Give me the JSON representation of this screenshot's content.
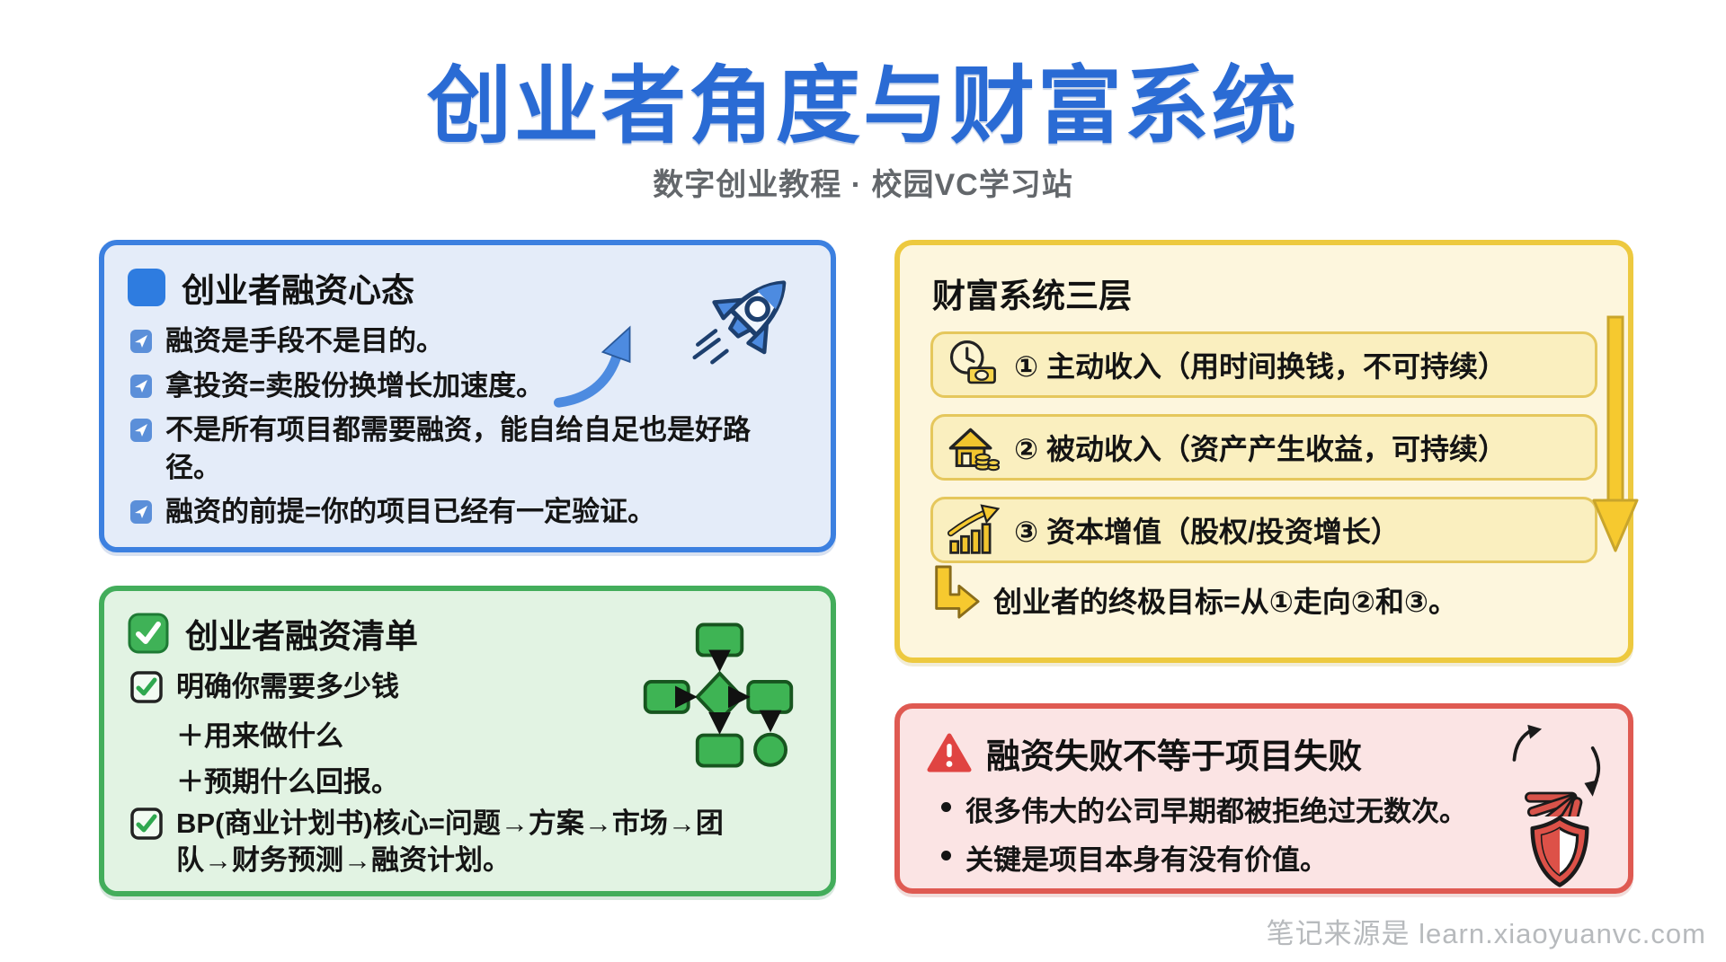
{
  "page": {
    "title": "创业者角度与财富系统",
    "subtitle": "数字创业教程 · 校园VC学习站",
    "watermark": "笔记来源是 learn.xiaoyuanvc.com"
  },
  "mindset": {
    "title": "创业者融资心态",
    "items": [
      "融资是手段不是目的。",
      "拿投资=卖股份换增长加速度。",
      "不是所有项目都需要融资，能自给自足也是好路径。",
      "融资的前提=你的项目已经有一定验证。"
    ]
  },
  "checklist": {
    "title": "创业者融资清单",
    "item1": "明确你需要多少钱",
    "item1_sub": [
      "＋用来做什么",
      "＋预期什么回报。"
    ],
    "item2": "BP(商业计划书)核心=问题→方案→市场→团队→财务预测→融资计划。"
  },
  "wealth": {
    "title": "财富系统三层",
    "rows": [
      {
        "icon": "clock-money-icon",
        "label": "① 主动收入（用时间换钱，不可持续）"
      },
      {
        "icon": "house-coins-icon",
        "label": "② 被动收入（资产产生收益，可持续）"
      },
      {
        "icon": "growth-chart-icon",
        "label": "③ 资本增值（股权/投资增长）"
      }
    ],
    "footer": "创业者的终极目标=从①走向②和③。"
  },
  "warning": {
    "title": "融资失败不等于项目失败",
    "items": [
      "很多伟大的公司早期都被拒绝过无数次。",
      "关键是项目本身有没有价值。"
    ]
  },
  "icons": {
    "rocket-icon": "rocket",
    "growth-swoosh-icon": "curved-up-arrow",
    "doc-bullet-icon": "blue-doc-chip",
    "header-check-icon": "green-check-square",
    "item-check-icon": "outlined-checkbox",
    "flowchart-icon": "flowchart",
    "clock-money-icon": "clock-with-banknote",
    "house-coins-icon": "house-with-coins",
    "growth-chart-icon": "bar-chart-up-arrow",
    "down-arrow-icon": "big-yellow-down-arrow",
    "corner-arrow-icon": "elbow-right-arrow",
    "warning-icon": "red-warning-triangle",
    "spring-icon": "red-spring-fan",
    "shield-icon": "red-shield"
  },
  "colors": {
    "title_blue": "#2a6bd4",
    "blue_border": "#3c80e0",
    "blue_bg": "#e4ecf9",
    "blue_accent": "#2e7ce0",
    "green_border": "#43ad5b",
    "green_bg": "#e2f3e3",
    "green_accent": "#3eb454",
    "yellow_border": "#edc93f",
    "yellow_bg": "#fdf6dd",
    "yellow_row_bg": "#faefbf",
    "yellow_accent": "#f6c92f",
    "red_border": "#df5a52",
    "red_bg": "#fbe4e4",
    "red_accent": "#d8534a",
    "text": "#151515",
    "subtitle_gray": "#63676b",
    "watermark_gray": "#b7babd"
  }
}
